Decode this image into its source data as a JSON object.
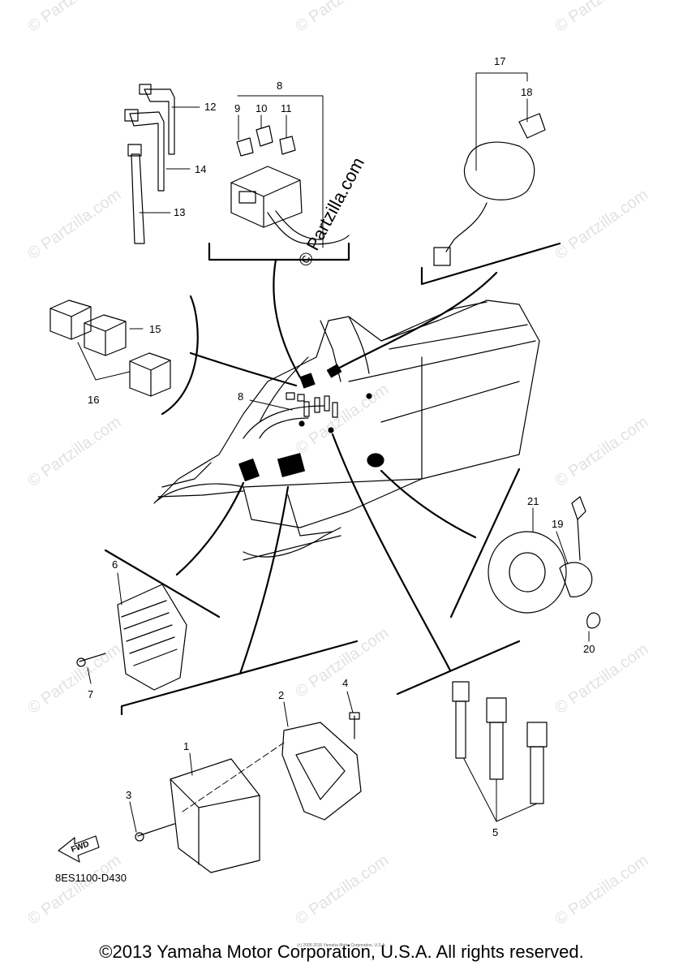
{
  "callouts": {
    "c1": "1",
    "c2": "2",
    "c3": "3",
    "c4": "4",
    "c5": "5",
    "c6": "6",
    "c7": "7",
    "c8": "8",
    "c8b": "8",
    "c9": "9",
    "c10": "10",
    "c11": "11",
    "c12": "12",
    "c13": "13",
    "c14": "14",
    "c15": "15",
    "c16": "16",
    "c17": "17",
    "c18": "18",
    "c19": "19",
    "c20": "20",
    "c21": "21"
  },
  "fwd_label": "FWD",
  "diagram_code": "8ES1100-D430",
  "copyright": "©2013 Yamaha Motor Corporation, U.S.A. All rights reserved.",
  "fine_print": "(c) 2005-2016 Yamaha Motor Corporation, U.S.A.",
  "watermark": "© Partzilla.com"
}
